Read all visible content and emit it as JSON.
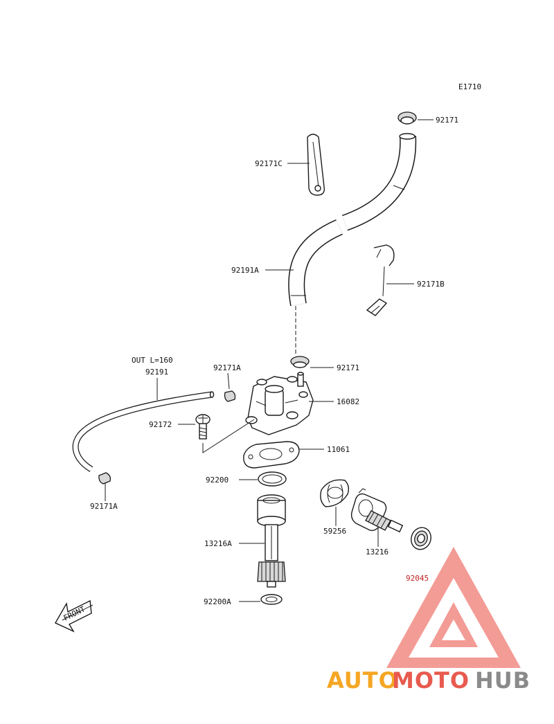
{
  "diagram": {
    "code": "E1710",
    "labels": {
      "p92171_top": "92171",
      "p92171C": "92171C",
      "p92191A": "92191A",
      "p92171B": "92171B",
      "out_length": "OUT L=160",
      "p92191": "92191",
      "p92171A_upper": "92171A",
      "p92171_mid": "92171",
      "p16082": "16082",
      "p92172": "92172",
      "p11061": "11061",
      "p92200": "92200",
      "p92171A_lower": "92171A",
      "p59256": "59256",
      "p13216A": "13216A",
      "p13216": "13216",
      "p92045": "92045",
      "p92200A": "92200A"
    },
    "front_arrow": "FRONT"
  },
  "watermark": {
    "part1": "AUTO",
    "part2": "MOTO",
    "part3": "HUB",
    "color_orange": "#f5a623",
    "color_red": "#e85a4f",
    "color_grey": "#8a8a8a",
    "triangle_color": "#f07a72"
  }
}
